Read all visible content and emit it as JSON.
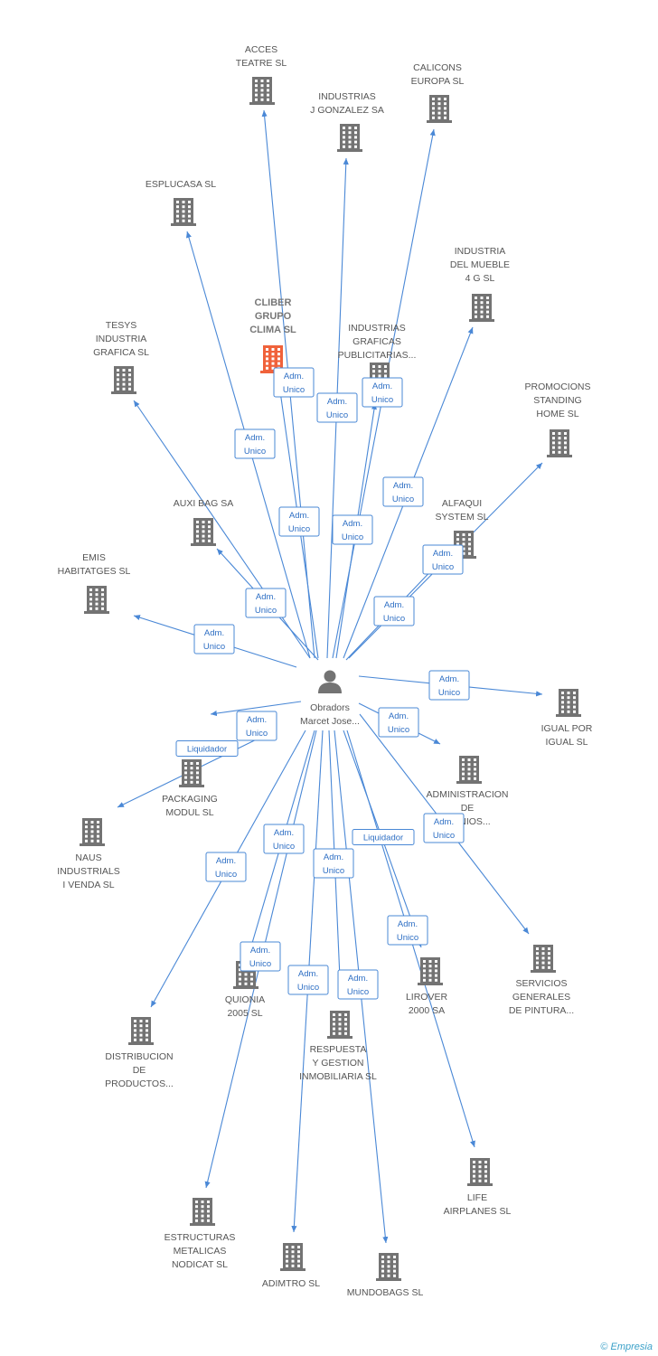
{
  "colors": {
    "edge": "#4a88d6",
    "building": "#737373",
    "main_building": "#f0623b",
    "person": "#737373"
  },
  "person": {
    "lines": [
      "Obradors",
      "Marcet Jose..."
    ],
    "icon": "person-icon"
  },
  "companies": [
    {
      "id": "acces",
      "lines": [
        "ACCES",
        "TEATRE SL"
      ]
    },
    {
      "id": "calicons",
      "lines": [
        "CALICONS",
        "EUROPA SL"
      ]
    },
    {
      "id": "industrias-jgonzalez",
      "lines": [
        "INDUSTRIAS",
        "J GONZALEZ SA"
      ]
    },
    {
      "id": "esplucasa",
      "lines": [
        "ESPLUCASA SL"
      ]
    },
    {
      "id": "industria-mueble",
      "lines": [
        "INDUSTRIA",
        "DEL MUEBLE",
        "4 G SL"
      ]
    },
    {
      "id": "cliber",
      "lines": [
        "CLIBER",
        "GRUPO",
        "CLIMA SL"
      ],
      "main": true
    },
    {
      "id": "industrias-graficas",
      "lines": [
        "INDUSTRIAS",
        "GRAFICAS",
        "PUBLICITARIAS..."
      ]
    },
    {
      "id": "tesys",
      "lines": [
        "TESYS",
        "INDUSTRIA",
        "GRAFICA SL"
      ]
    },
    {
      "id": "promociones",
      "lines": [
        "PROMOCIONS",
        "STANDING",
        "HOME SL"
      ]
    },
    {
      "id": "auxibag",
      "lines": [
        "AUXI BAG SA"
      ]
    },
    {
      "id": "alfaqui",
      "lines": [
        "ALFAQUI",
        "SYSTEM SL"
      ]
    },
    {
      "id": "emis",
      "lines": [
        "EMIS",
        "HABITATGES SL"
      ]
    },
    {
      "id": "igual",
      "lines": [
        "IGUAL POR",
        "IGUAL SL"
      ]
    },
    {
      "id": "packaging",
      "lines": [
        "PACKAGING",
        "MODUL SL"
      ]
    },
    {
      "id": "administracion",
      "lines": [
        "ADMINISTRACION",
        "DE",
        "...ONIOS..."
      ]
    },
    {
      "id": "naus",
      "lines": [
        "NAUS",
        "INDUSTRIALS",
        "I VENDA SL"
      ]
    },
    {
      "id": "servicios",
      "lines": [
        "SERVICIOS",
        "GENERALES",
        "DE PINTURA..."
      ]
    },
    {
      "id": "quionia",
      "lines": [
        "QUIONIA",
        "2005 SL"
      ]
    },
    {
      "id": "lirover",
      "lines": [
        "LIROVER",
        "2000 SA"
      ]
    },
    {
      "id": "distribucion",
      "lines": [
        "DISTRIBUCION",
        "DE",
        "PRODUCTOS..."
      ]
    },
    {
      "id": "respuesta",
      "lines": [
        "RESPUESTA",
        "Y GESTION",
        "INMOBILIARIA SL"
      ]
    },
    {
      "id": "life",
      "lines": [
        "LIFE",
        "AIRPLANES SL"
      ]
    },
    {
      "id": "estructuras",
      "lines": [
        "ESTRUCTURAS",
        "METALICAS",
        "NODICAT SL"
      ]
    },
    {
      "id": "adimtro",
      "lines": [
        "ADIMTRO SL"
      ]
    },
    {
      "id": "mundobags",
      "lines": [
        "MUNDOBAGS SL"
      ]
    }
  ],
  "edges": [
    {
      "to": "acces",
      "lines": [
        "Adm.",
        "Unico"
      ]
    },
    {
      "to": "industrias-jgonzalez",
      "lines": [
        "Adm.",
        "Unico"
      ]
    },
    {
      "to": "calicons",
      "lines": [
        "Adm.",
        "Unico"
      ]
    },
    {
      "to": "esplucasa",
      "lines": [
        "Adm.",
        "Unico"
      ]
    },
    {
      "to": "industria-mueble",
      "lines": [
        "Adm.",
        "Unico"
      ]
    },
    {
      "to": "cliber",
      "lines": [
        "Adm.",
        "Unico"
      ]
    },
    {
      "to": "industrias-graficas",
      "lines": [
        "Adm.",
        "Unico"
      ]
    },
    {
      "to": "tesys",
      "lines": [
        "Adm.",
        "Unico"
      ]
    },
    {
      "to": "auxibag",
      "lines": [
        "Adm.",
        "Unico"
      ]
    },
    {
      "to": "promociones",
      "lines": [
        "Adm.",
        "Unico"
      ]
    },
    {
      "to": "alfaqui",
      "lines": [
        "Adm.",
        "Unico"
      ]
    },
    {
      "to": "emis",
      "lines": [
        "Adm.",
        "Unico"
      ]
    },
    {
      "to": "igual",
      "lines": [
        "Adm.",
        "Unico"
      ]
    },
    {
      "to": "packaging",
      "lines": [
        "Adm.",
        "Unico"
      ]
    },
    {
      "to": "naus",
      "lines": [
        "Liquidador"
      ]
    },
    {
      "to": "administracion",
      "lines": [
        "Adm.",
        "Unico"
      ]
    },
    {
      "to": "servicios",
      "lines": [
        "Adm.",
        "Unico"
      ]
    },
    {
      "to": "distribucion",
      "lines": [
        "Adm.",
        "Unico"
      ]
    },
    {
      "to": "quionia",
      "lines": [
        "Adm.",
        "Unico"
      ]
    },
    {
      "to": "estructuras",
      "lines": [
        "Adm.",
        "Unico"
      ]
    },
    {
      "to": "respuesta",
      "lines": [
        "Adm.",
        "Unico"
      ]
    },
    {
      "to": "adimtro",
      "lines": [
        "Adm.",
        "Unico"
      ]
    },
    {
      "to": "mundobags",
      "lines": [
        "Adm.",
        "Unico"
      ]
    },
    {
      "to": "lirover",
      "lines": [
        "Adm.",
        "Unico"
      ]
    },
    {
      "to": "life",
      "lines": [
        "Liquidador"
      ]
    }
  ],
  "footer": {
    "copyright": "©",
    "brand": "Empresia"
  }
}
